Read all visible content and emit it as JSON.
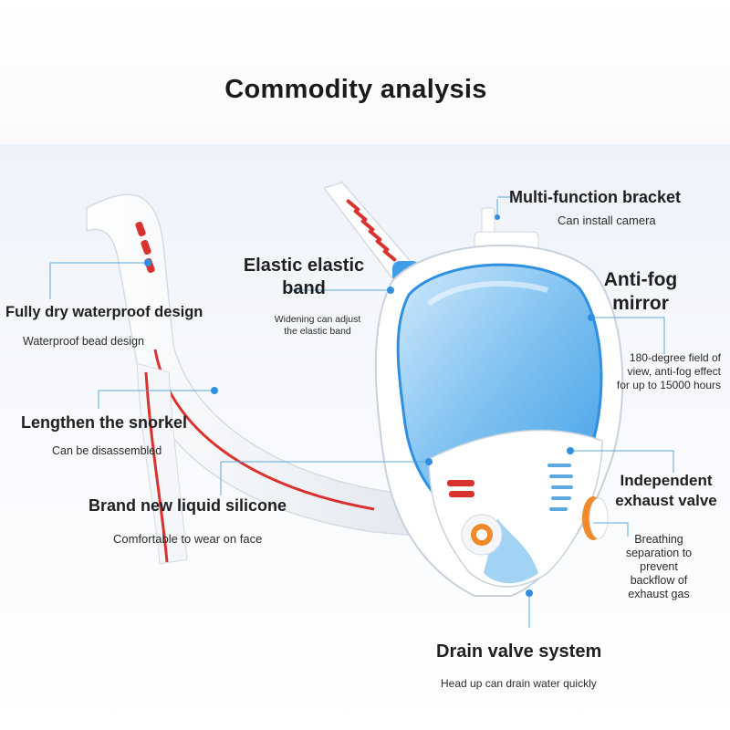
{
  "header": {
    "title": "Commodity analysis"
  },
  "features": {
    "bracket": {
      "title": "Multi-function bracket",
      "desc": "Can install camera"
    },
    "band": {
      "title_line1": "Elastic elastic",
      "title_line2": "band",
      "desc_line1": "Widening can adjust",
      "desc_line2": "the elastic band"
    },
    "antifog": {
      "title_line1": "Anti-fog",
      "title_line2": "mirror",
      "desc_line1": "180-degree field of",
      "desc_line2": "view, anti-fog effect",
      "desc_line3": "for up to 15000 hours"
    },
    "dry": {
      "title": "Fully dry waterproof design",
      "desc": "Waterproof bead design"
    },
    "snorkel": {
      "title": "Lengthen the snorkel",
      "desc": "Can be disassembled"
    },
    "silicone": {
      "title": "Brand new liquid silicone",
      "desc": "Comfortable to wear on face"
    },
    "exhaust": {
      "title_line1": "Independent",
      "title_line2": "exhaust valve",
      "desc_line1": "Breathing",
      "desc_line2": "separation to",
      "desc_line3": "prevent",
      "desc_line4": "backflow of",
      "desc_line5": "exhaust gas"
    },
    "drain": {
      "title": "Drain valve system",
      "desc": "Head up can drain water quickly"
    }
  },
  "colors": {
    "accent_blue": "#2f8fe0",
    "lens_blue": "#4aa8e8",
    "snorkel_red": "#d8332e",
    "valve_orange": "#f08a2a",
    "leader_line": "#5aa8e0"
  }
}
